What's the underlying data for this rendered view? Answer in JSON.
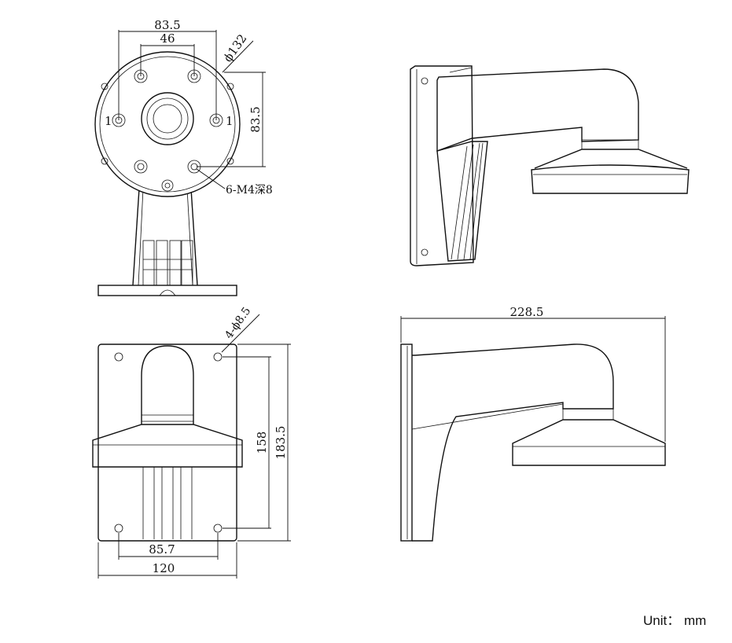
{
  "figure": {
    "unit_label": "Unit： mm",
    "top_view": {
      "width_outer": "83.5",
      "width_inner": "46",
      "diameter": "ϕ132",
      "height": "83.5",
      "screw_note": "6-M4深8",
      "hole_mark_left": "1",
      "hole_mark_right": "1"
    },
    "back_view": {
      "holes_note": "4-ϕ8.5",
      "hole_spacing_vertical": "158",
      "plate_height": "183.5",
      "hole_spacing_horizontal": "85.7",
      "plate_width": "120"
    },
    "side_view": {
      "overall_length": "228.5"
    }
  }
}
